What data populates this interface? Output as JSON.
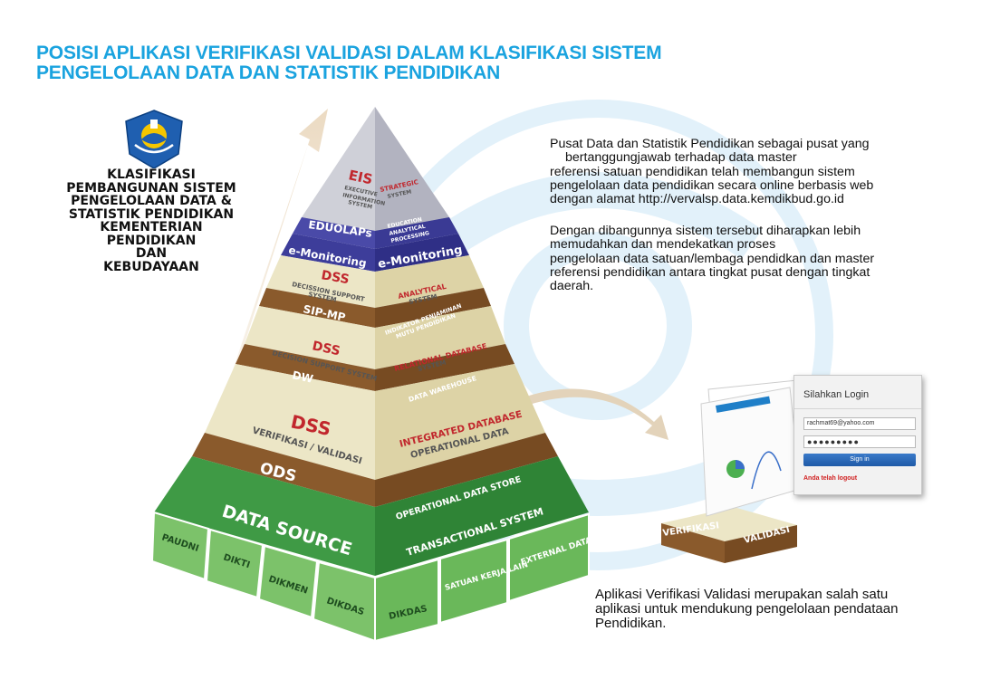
{
  "title": {
    "line1": "POSISI APLIKASI VERIFIKASI VALIDASI DALAM KLASIFIKASI SISTEM",
    "line2": "PENGELOLAAN DATA DAN STATISTIK PENDIDIKAN"
  },
  "klasifikasi": {
    "lines": [
      "KLASIFIKASI",
      "PEMBANGUNAN SISTEM",
      "PENGELOLAAN DATA &",
      "STATISTIK PENDIDIKAN",
      "KEMENTERIAN",
      "PENDIDIKAN",
      "DAN",
      "KEBUDAYAAN"
    ]
  },
  "paragraph1": {
    "lines": [
      "Pusat Data dan Statistik Pendidikan sebagai pusat yang",
      "bertanggungjawab terhadap data master",
      "referensi satuan pendidikan telah membangun sistem",
      "pengelolaan data pendidikan secara online berbasis web",
      "dengan alamat http://vervalsp.data.kemdikbud.go.id"
    ]
  },
  "paragraph2": {
    "lines": [
      "Dengan dibangunnya sistem tersebut diharapkan lebih",
      "memudahkan dan mendekatkan proses",
      "pengelolaan data satuan/lembaga pendidkan dan master",
      "referensi pendidikan antara tingkat pusat dengan tingkat",
      "daerah."
    ]
  },
  "paragraph3": {
    "lines": [
      "Aplikasi Verifikasi Validasi  merupakan salah satu",
      "aplikasi  untuk mendukung pengelolaan pendataan",
      "Pendidikan."
    ]
  },
  "pyramid": {
    "eis": {
      "title": "EIS",
      "sub": [
        "EXECUTIVE",
        "INFORMATION",
        "SYSTEM"
      ],
      "right": [
        "STRATEGIC",
        "SYSTEM"
      ]
    },
    "eduolaps": {
      "title": "EDUOLAPs",
      "right": [
        "EDUCATION",
        "ANALYTICAL",
        "PROCESSING"
      ]
    },
    "emonitoring": {
      "left": "e-Monitoring",
      "right": "e-Monitoring"
    },
    "dss1": {
      "title": "DSS",
      "sub": [
        "DECISSION SUPPORT",
        "SYSTEM"
      ],
      "right": [
        "ANALYTICAL",
        "SYSTEM"
      ],
      "band_left": "SIP-MP",
      "band_right": [
        "INDIKATOR PENJAMINAN",
        "MUTU PENDIDIKAN"
      ]
    },
    "dss2": {
      "title": "DSS",
      "sub": "DECISION SUPPORT SYSTEM",
      "right": [
        "RELATIONAL DATABASE",
        "SYSTEM"
      ],
      "band_left": "DW",
      "band_right": "DATA WAREHOUSE"
    },
    "dss3": {
      "title": "DSS",
      "sub": "VERIFIKASI / VALIDASI",
      "right": [
        "INTEGRATED DATABASE",
        "OPERATIONAL DATA"
      ],
      "band_left": "ODS",
      "band_right": "OPERATIONAL DATA STORE"
    },
    "datasource": {
      "left": "DATA SOURCE",
      "right": "TRANSACTIONAL SYSTEM"
    },
    "sources": [
      "PAUDNI",
      "DIKTI",
      "DIKMEN",
      "DIKDAS",
      "DIKDAS",
      "SATUAN KERJA LAIN",
      "EXTERNAL DATA"
    ]
  },
  "verval_box": {
    "left": "VERIFIKASI",
    "right": "VALIDASI"
  },
  "login": {
    "title": "Silahkan Login",
    "username": "rachmat69@yahoo.com",
    "password": "●●●●●●●●●",
    "button": "Sign in",
    "message": "Anda telah logout"
  },
  "colors": {
    "title_blue": "#1aa3df",
    "pyramid_cream": "#e9e2bd",
    "pyramid_brown": "#8c5a2b",
    "pyramid_blue": "#3f3f9e",
    "pyramid_green": "#3f9a45",
    "pyramid_light_green": "#7cc26a",
    "red_text": "#c1272d"
  }
}
